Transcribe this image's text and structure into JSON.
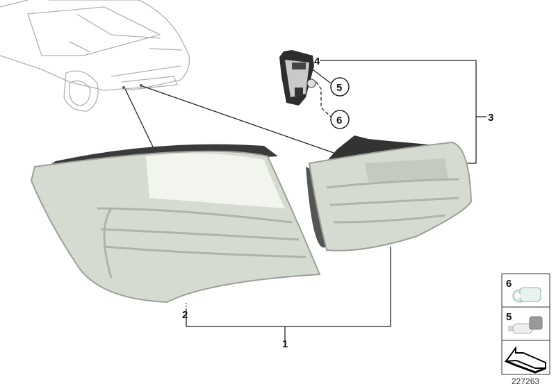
{
  "diagram": {
    "callouts": [
      {
        "id": "1",
        "label": "1"
      },
      {
        "id": "2",
        "label": "2"
      },
      {
        "id": "3",
        "label": "3"
      },
      {
        "id": "4",
        "label": "4"
      },
      {
        "id": "5",
        "label": "5"
      },
      {
        "id": "6",
        "label": "6"
      }
    ],
    "legend_panel": {
      "items": [
        {
          "label": "6",
          "icon": "wedge-bulb-icon"
        },
        {
          "label": "5",
          "icon": "bayonet-bulb-icon"
        },
        {
          "label": "",
          "icon": "direction-arrow-icon"
        }
      ]
    },
    "reference_number": "227263",
    "colors": {
      "line": "#222222",
      "lens": "#d6dbd2",
      "housing": "#3a3a3a",
      "car_outline": "#b0b0b0"
    }
  }
}
